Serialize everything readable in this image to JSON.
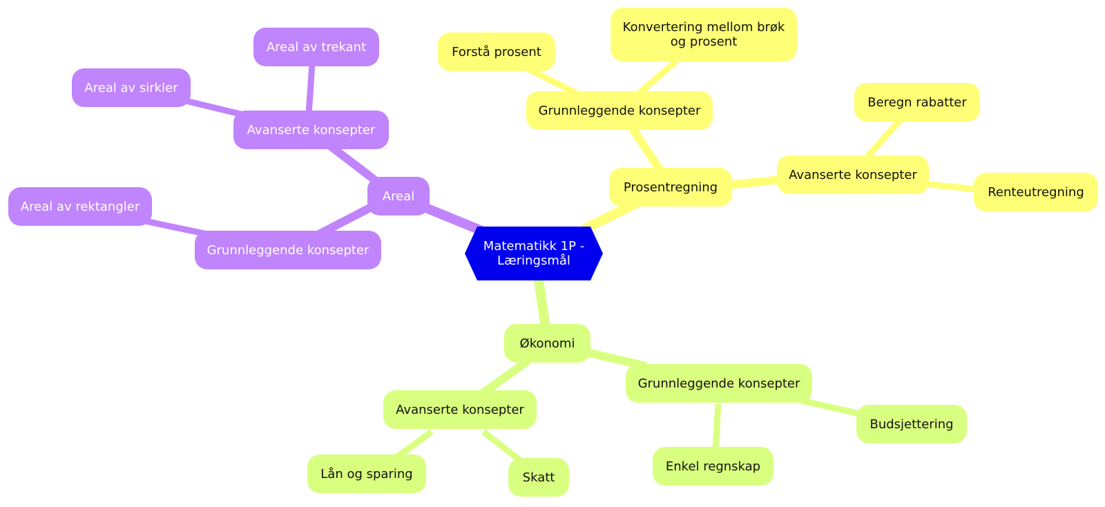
{
  "colors": {
    "center": "#0000ee",
    "areal": "#c084fc",
    "prosent": "#ffff77",
    "okonomi": "#d9ff80"
  },
  "root": {
    "label_line1": "Matematikk 1P -",
    "label_line2": "Læringsmål"
  },
  "areal": {
    "label": "Areal",
    "avanserte": {
      "label": "Avanserte konsepter",
      "children": [
        "Areal av trekant",
        "Areal av sirkler"
      ]
    },
    "grunnleggende": {
      "label": "Grunnleggende konsepter",
      "children": [
        "Areal av rektangler"
      ]
    }
  },
  "prosentregning": {
    "label": "Prosentregning",
    "grunnleggende": {
      "label": "Grunnleggende konsepter",
      "children": [
        "Forstå prosent",
        "Konvertering mellom brøk og prosent"
      ],
      "konvertering_line1": "Konvertering mellom brøk",
      "konvertering_line2": "og prosent"
    },
    "avanserte": {
      "label": "Avanserte konsepter",
      "children": [
        "Beregn rabatter",
        "Renteutregning"
      ]
    }
  },
  "okonomi": {
    "label": "Økonomi",
    "avanserte": {
      "label": "Avanserte konsepter",
      "children": [
        "Lån og sparing",
        "Skatt"
      ]
    },
    "grunnleggende": {
      "label": "Grunnleggende konsepter",
      "children": [
        "Enkel regnskap",
        "Budsjettering"
      ]
    }
  }
}
